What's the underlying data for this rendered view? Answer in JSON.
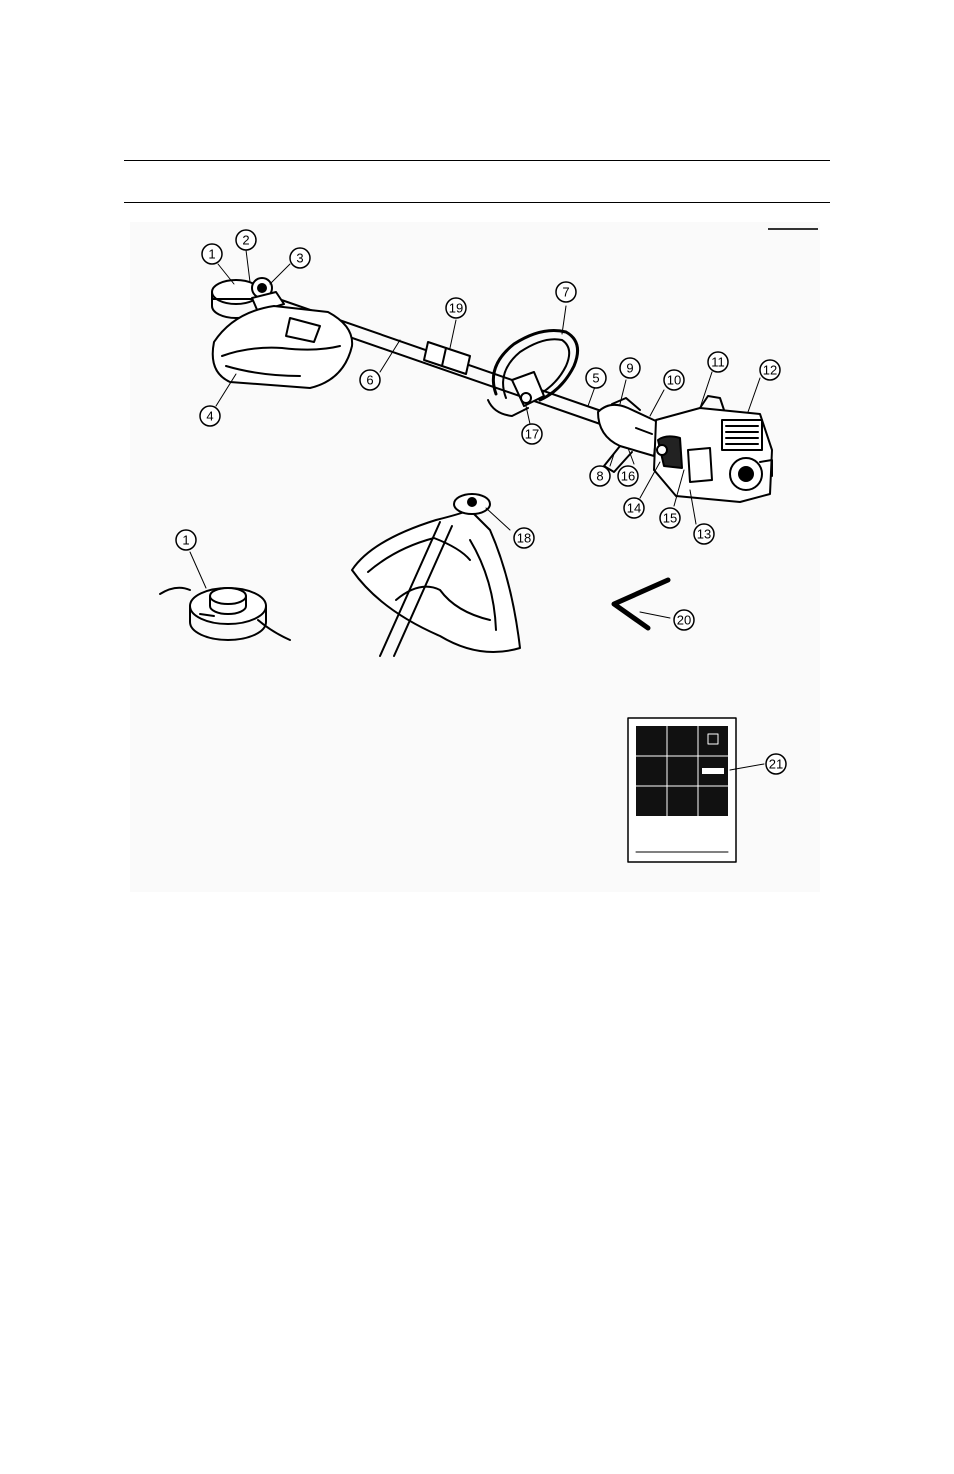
{
  "callouts": [
    {
      "num": "1"
    },
    {
      "num": "2"
    },
    {
      "num": "3"
    },
    {
      "num": "19"
    },
    {
      "num": "7"
    },
    {
      "num": "6"
    },
    {
      "num": "4"
    },
    {
      "num": "5"
    },
    {
      "num": "9"
    },
    {
      "num": "10"
    },
    {
      "num": "11"
    },
    {
      "num": "12"
    },
    {
      "num": "17"
    },
    {
      "num": "8"
    },
    {
      "num": "16"
    },
    {
      "num": "14"
    },
    {
      "num": "15"
    },
    {
      "num": "13"
    },
    {
      "num": "1"
    },
    {
      "num": "18"
    },
    {
      "num": "20"
    },
    {
      "num": "21"
    }
  ]
}
